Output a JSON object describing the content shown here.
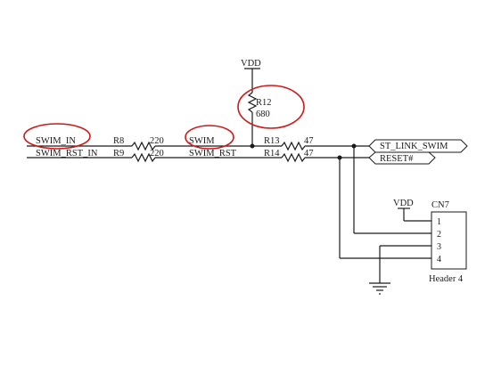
{
  "nets": {
    "swim_in": "SWIM_IN",
    "swim_rst_in": "SWIM_RST_IN",
    "swim": "SWIM",
    "swim_rst": "SWIM_RST",
    "vdd_top": "VDD",
    "vdd_header": "VDD"
  },
  "resistors": {
    "r8": {
      "ref": "R8",
      "value": "220"
    },
    "r9": {
      "ref": "R9",
      "value": "220"
    },
    "r12": {
      "ref": "R12",
      "value": "680"
    },
    "r13": {
      "ref": "R13",
      "value": "47"
    },
    "r14": {
      "ref": "R14",
      "value": "47"
    }
  },
  "ports": {
    "st_link_swim": "ST_LINK_SWIM",
    "reset": "RESET#"
  },
  "header": {
    "ref": "CN7",
    "name": "Header 4",
    "pins": [
      "1",
      "2",
      "3",
      "4"
    ]
  },
  "colors": {
    "wire": "#1a1a1a",
    "highlight": "#d01818"
  }
}
